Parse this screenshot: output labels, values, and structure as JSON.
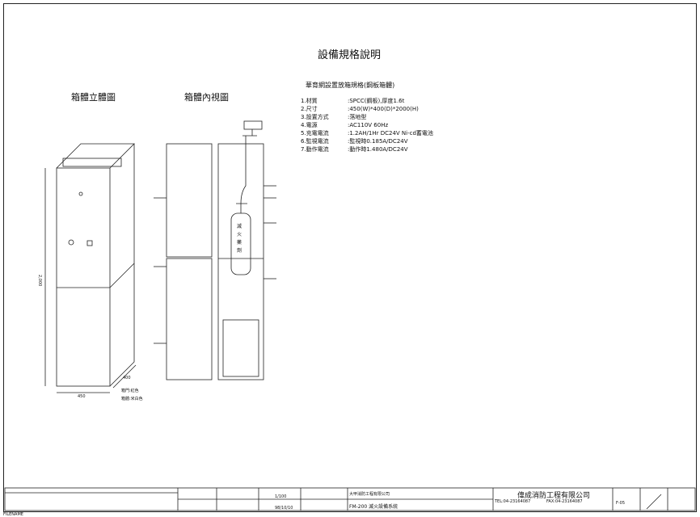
{
  "title": "設備規格說明",
  "view_left": "箱體立體圖",
  "view_right": "箱體內視圖",
  "spec_title": "華育網設置放箱規格(鋼板箱體)",
  "specs": [
    {
      "k": "1.材質",
      "v": ":SPCC(鋼板),厚度1.6t"
    },
    {
      "k": "2.尺寸",
      "v": ":450(W)*400(D)*2000(H)"
    },
    {
      "k": "3.設置方式",
      "v": ":落地型"
    },
    {
      "k": "4.電源",
      "v": ":AC110V 60Hz"
    },
    {
      "k": "5.充電電流",
      "v": ":1.2AH/1Hr DC24V Ni-cd蓄電池"
    },
    {
      "k": "6.監視電流",
      "v": ":監視時0.185A/DC24V"
    },
    {
      "k": "7.動作電流",
      "v": ":動作時1.480A/DC24V"
    }
  ],
  "cylinder_label": "滅火藥劑",
  "dims": {
    "height": "2,000",
    "width": "450",
    "depth": "400"
  },
  "legend": {
    "a": "箱門:紅色",
    "b": "箱體:米白色"
  },
  "title_block": {
    "project": "大甲消防工程有限公司",
    "drawing": "FM-200 滅火設備系統",
    "company": "偉成消防工程有限公司",
    "tel": "TEL:04-23164087",
    "fax": "FAX:04-23164087",
    "scale": "1/100",
    "date": "98/10/10",
    "drawing_no": "F-05"
  },
  "bottom_note": "FILENAME"
}
